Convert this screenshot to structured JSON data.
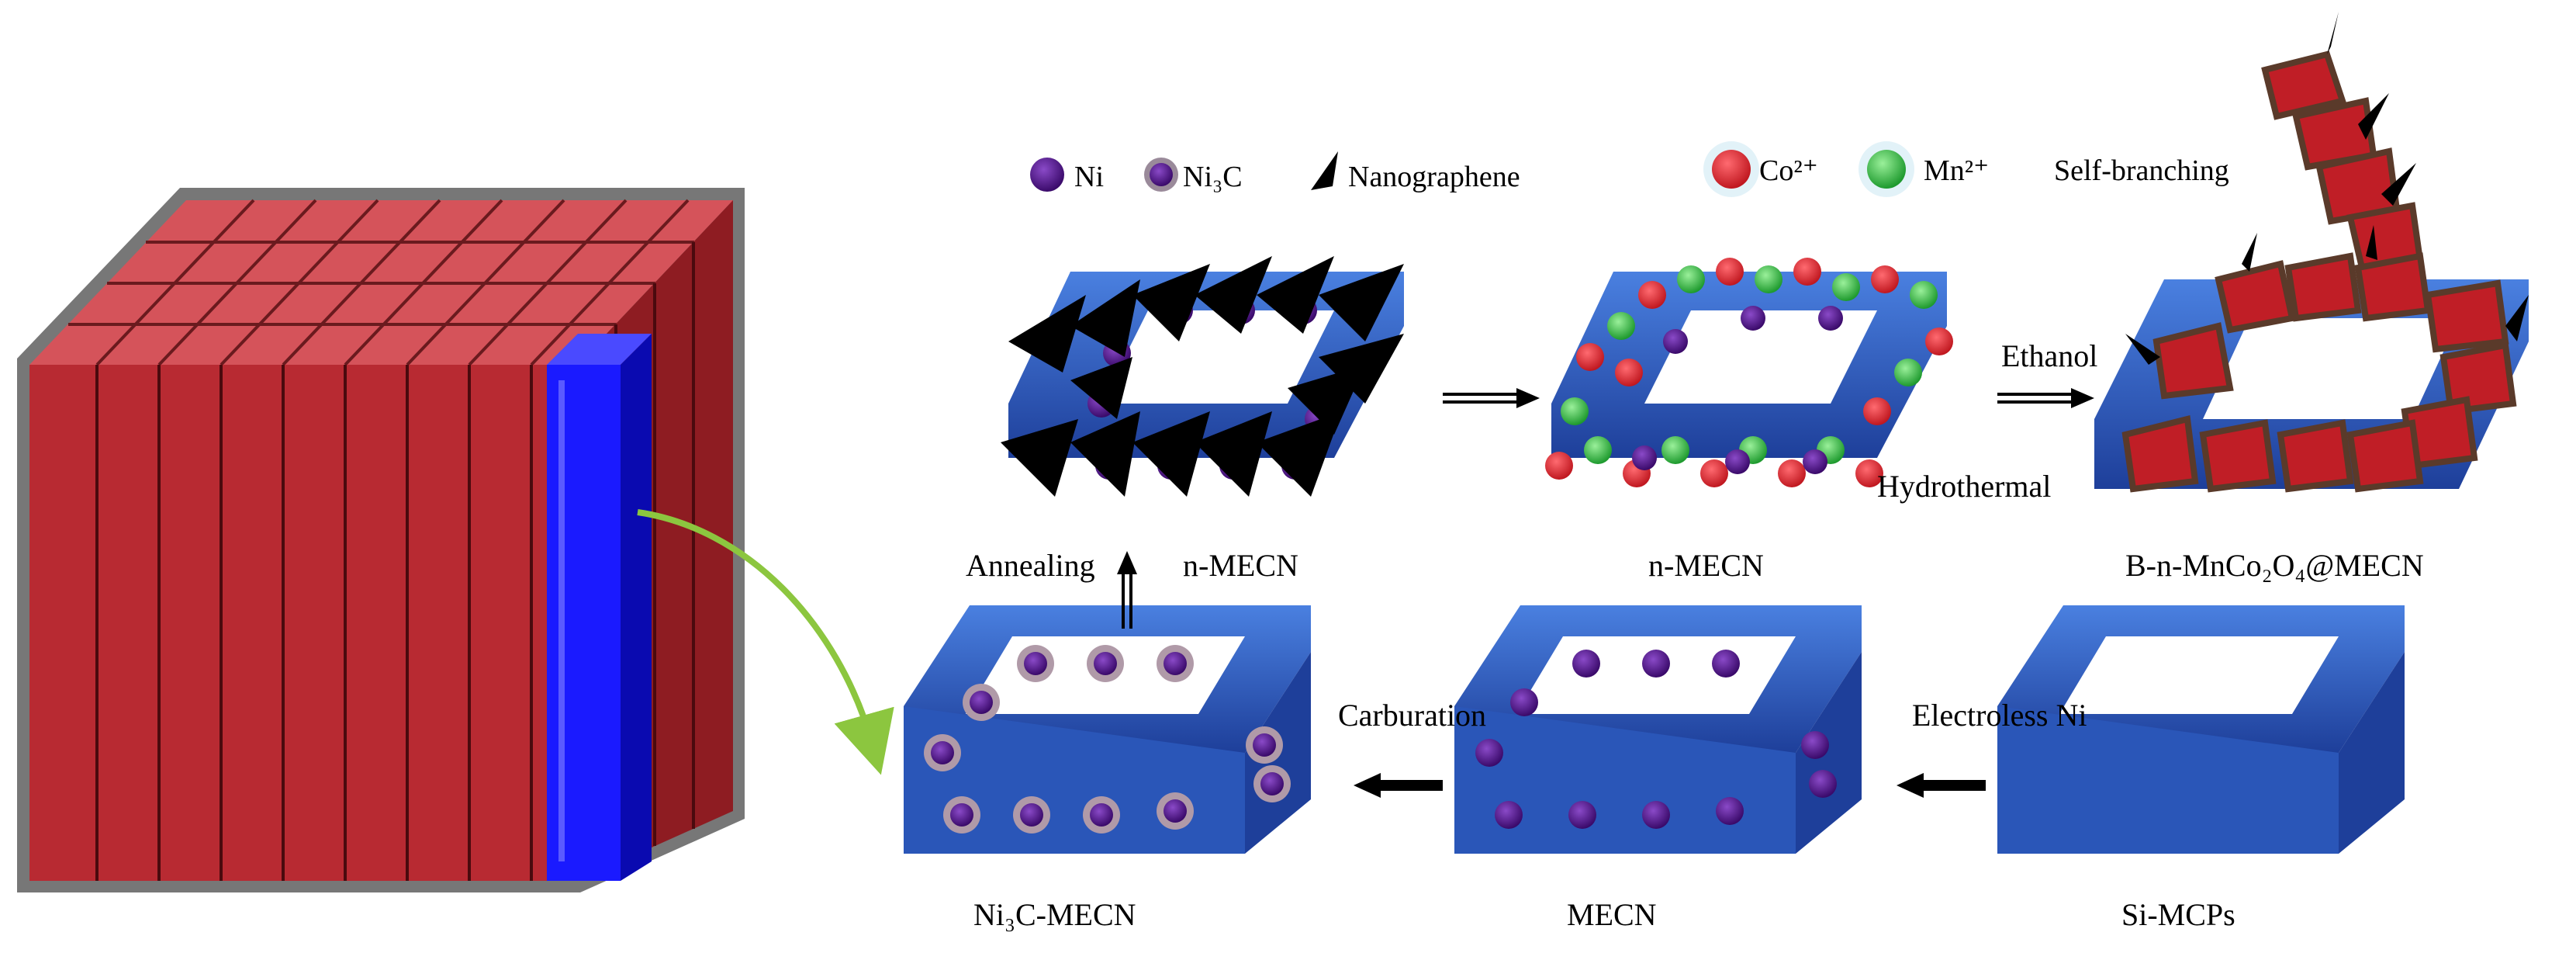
{
  "legend": {
    "ni": "Ni",
    "ni3c": "Ni₃C",
    "nanographene": "Nanographene",
    "co": "Co²⁺",
    "mn": "Mn²⁺",
    "self_branching": "Self-branching"
  },
  "steps": {
    "annealing": "Annealing",
    "ethanol": "Ethanol",
    "hydrothermal": "Hydrothermal",
    "carburation": "Carburation",
    "electroless_ni": "Electroless Ni"
  },
  "products": {
    "n_mecn_1": "n-MECN",
    "n_mecn_2": "n-MECN",
    "b_n_mnco2o4": "B-n-MnCo₂O₄@MECN",
    "ni3c_mecn": "Ni₃C-MECN",
    "mecn": "MECN",
    "si_mcps": "Si-MCPs"
  },
  "colors": {
    "frame_blue": "#2f5fc4",
    "brick_red": "#c8323a",
    "highlight_blue": "#1a1aff",
    "ni_purple": "#4a1a7a",
    "co_red": "#e0323a",
    "mn_green": "#3ec24a",
    "arrow_green": "#8cc63f"
  }
}
